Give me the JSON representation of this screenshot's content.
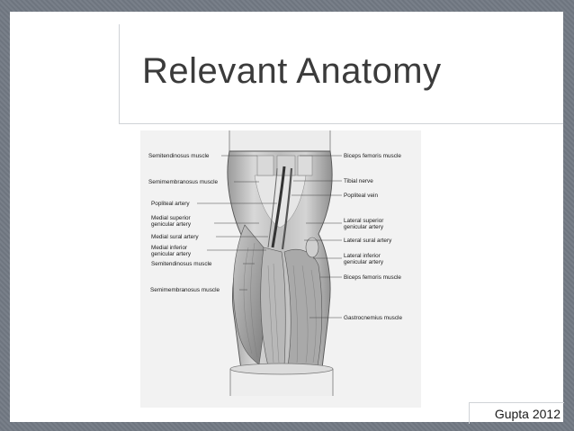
{
  "slide": {
    "title": "Relevant Anatomy",
    "credit": "Gupta 2012"
  },
  "figure": {
    "labels_left": [
      "Semitendinosus muscle",
      "Semimembranosus muscle",
      "Popliteal artery",
      "Medial superior",
      "genicular artery",
      "Medial sural artery",
      "Medial inferior",
      "genicular artery",
      "Semitendinosus muscle",
      "Semimembranosus muscle"
    ],
    "labels_right": [
      "Biceps femoris muscle",
      "Tibial nerve",
      "Popliteal vein",
      "Lateral superior",
      "genicular artery",
      "Lateral sural artery",
      "Lateral inferior",
      "genicular artery",
      "Biceps femoris muscle",
      "Gastrocnemius muscle"
    ]
  },
  "colors": {
    "background": "#737a84",
    "panel": "#ffffff",
    "title_text": "#3b3b3b"
  }
}
